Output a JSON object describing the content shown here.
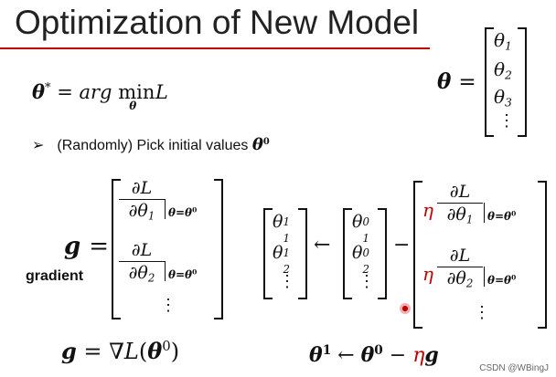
{
  "title": "Optimization of New Model",
  "objective": {
    "lhs": "θ",
    "sup": "*",
    "eq": "= ",
    "arg": "arg",
    "min": "min",
    "under": "θ",
    "L": "L"
  },
  "theta_vec": {
    "lhs": "θ",
    "eq": "=",
    "entries": [
      "θ",
      "θ",
      "θ"
    ],
    "subs": [
      "1",
      "2",
      "3"
    ],
    "dots": "⋮"
  },
  "bullet": {
    "marker": "➢",
    "text": "(Randomly) Pick initial values ",
    "theta": "θ",
    "sup": "0"
  },
  "gradient": {
    "lhs": "g",
    "eq": "=",
    "label": "gradient",
    "dL": "∂L",
    "dth": "∂θ",
    "subs": [
      "1",
      "2"
    ],
    "eval": "θ=θ",
    "eval_sup": "0",
    "dots": "⋮"
  },
  "update": {
    "lhs_entries": [
      "θ",
      "θ"
    ],
    "lhs_subs": [
      "1",
      "2"
    ],
    "lhs_sup": "1",
    "arrow": "←",
    "rhs_entries": [
      "θ",
      "θ"
    ],
    "rhs_subs": [
      "1",
      "2"
    ],
    "rhs_sup": "0",
    "minus": "−",
    "eta": "η",
    "dL": "∂L",
    "dth": "∂θ",
    "subs": [
      "1",
      "2"
    ],
    "eval": "θ=θ",
    "eval_sup": "0",
    "dots": "⋮"
  },
  "grad_compact": {
    "lhs": "g",
    "eq": "= ∇",
    "L": "L",
    "paren_open": "(",
    "theta": "θ",
    "sup": "0",
    "paren_close": ")"
  },
  "update_compact": {
    "lhs": "θ",
    "lhs_sup": "1",
    "arrow": "←",
    "theta": "θ",
    "sup": "0",
    "minus": "−",
    "eta": "η",
    "g": "g"
  },
  "watermark": "CSDN @WBingJ",
  "colors": {
    "accent": "#c00000",
    "text": "#111111"
  }
}
